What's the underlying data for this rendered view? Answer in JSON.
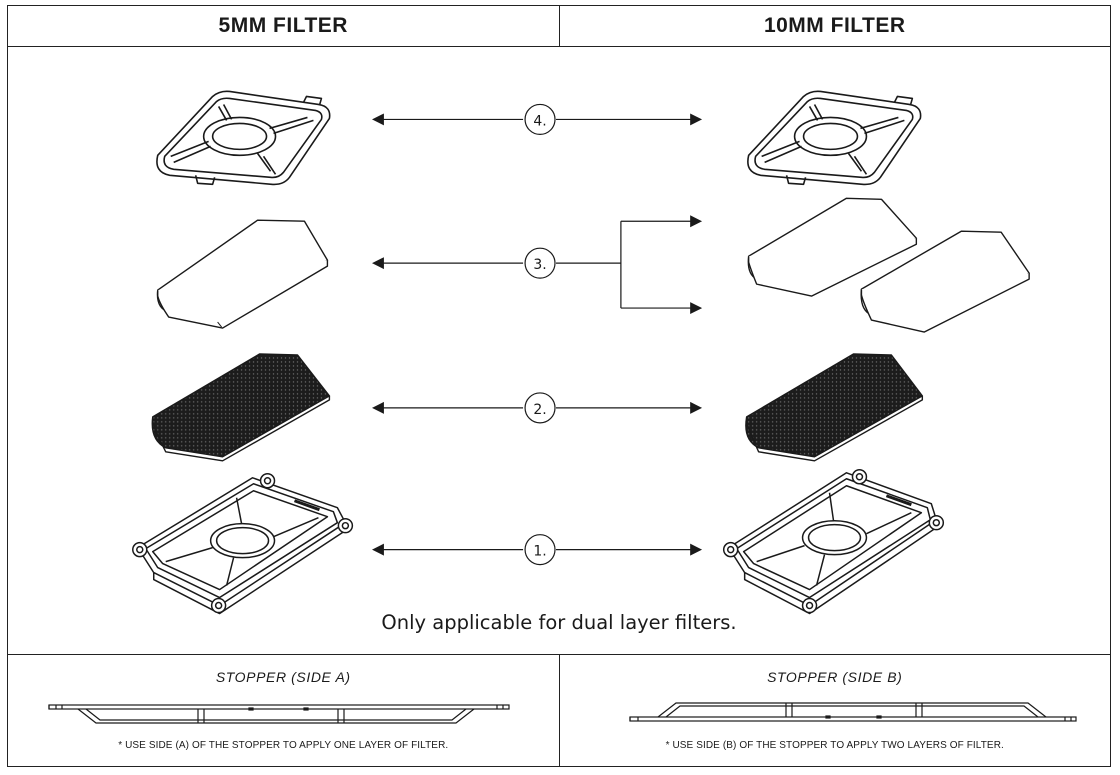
{
  "header": {
    "left_title": "5MM FILTER",
    "right_title": "10MM FILTER"
  },
  "steps": [
    {
      "label": "4."
    },
    {
      "label": "3."
    },
    {
      "label": "2."
    },
    {
      "label": "1."
    }
  ],
  "note": "Only applicable for dual layer filters.",
  "footer": {
    "left": {
      "title": "STOPPER (SIDE A)",
      "note": "* USE SIDE (A) OF THE STOPPER TO APPLY ONE LAYER OF FILTER."
    },
    "right": {
      "title": "STOPPER (SIDE B)",
      "note": "* USE SIDE (B) OF THE STOPPER TO APPLY TWO LAYERS OF FILTER."
    }
  }
}
